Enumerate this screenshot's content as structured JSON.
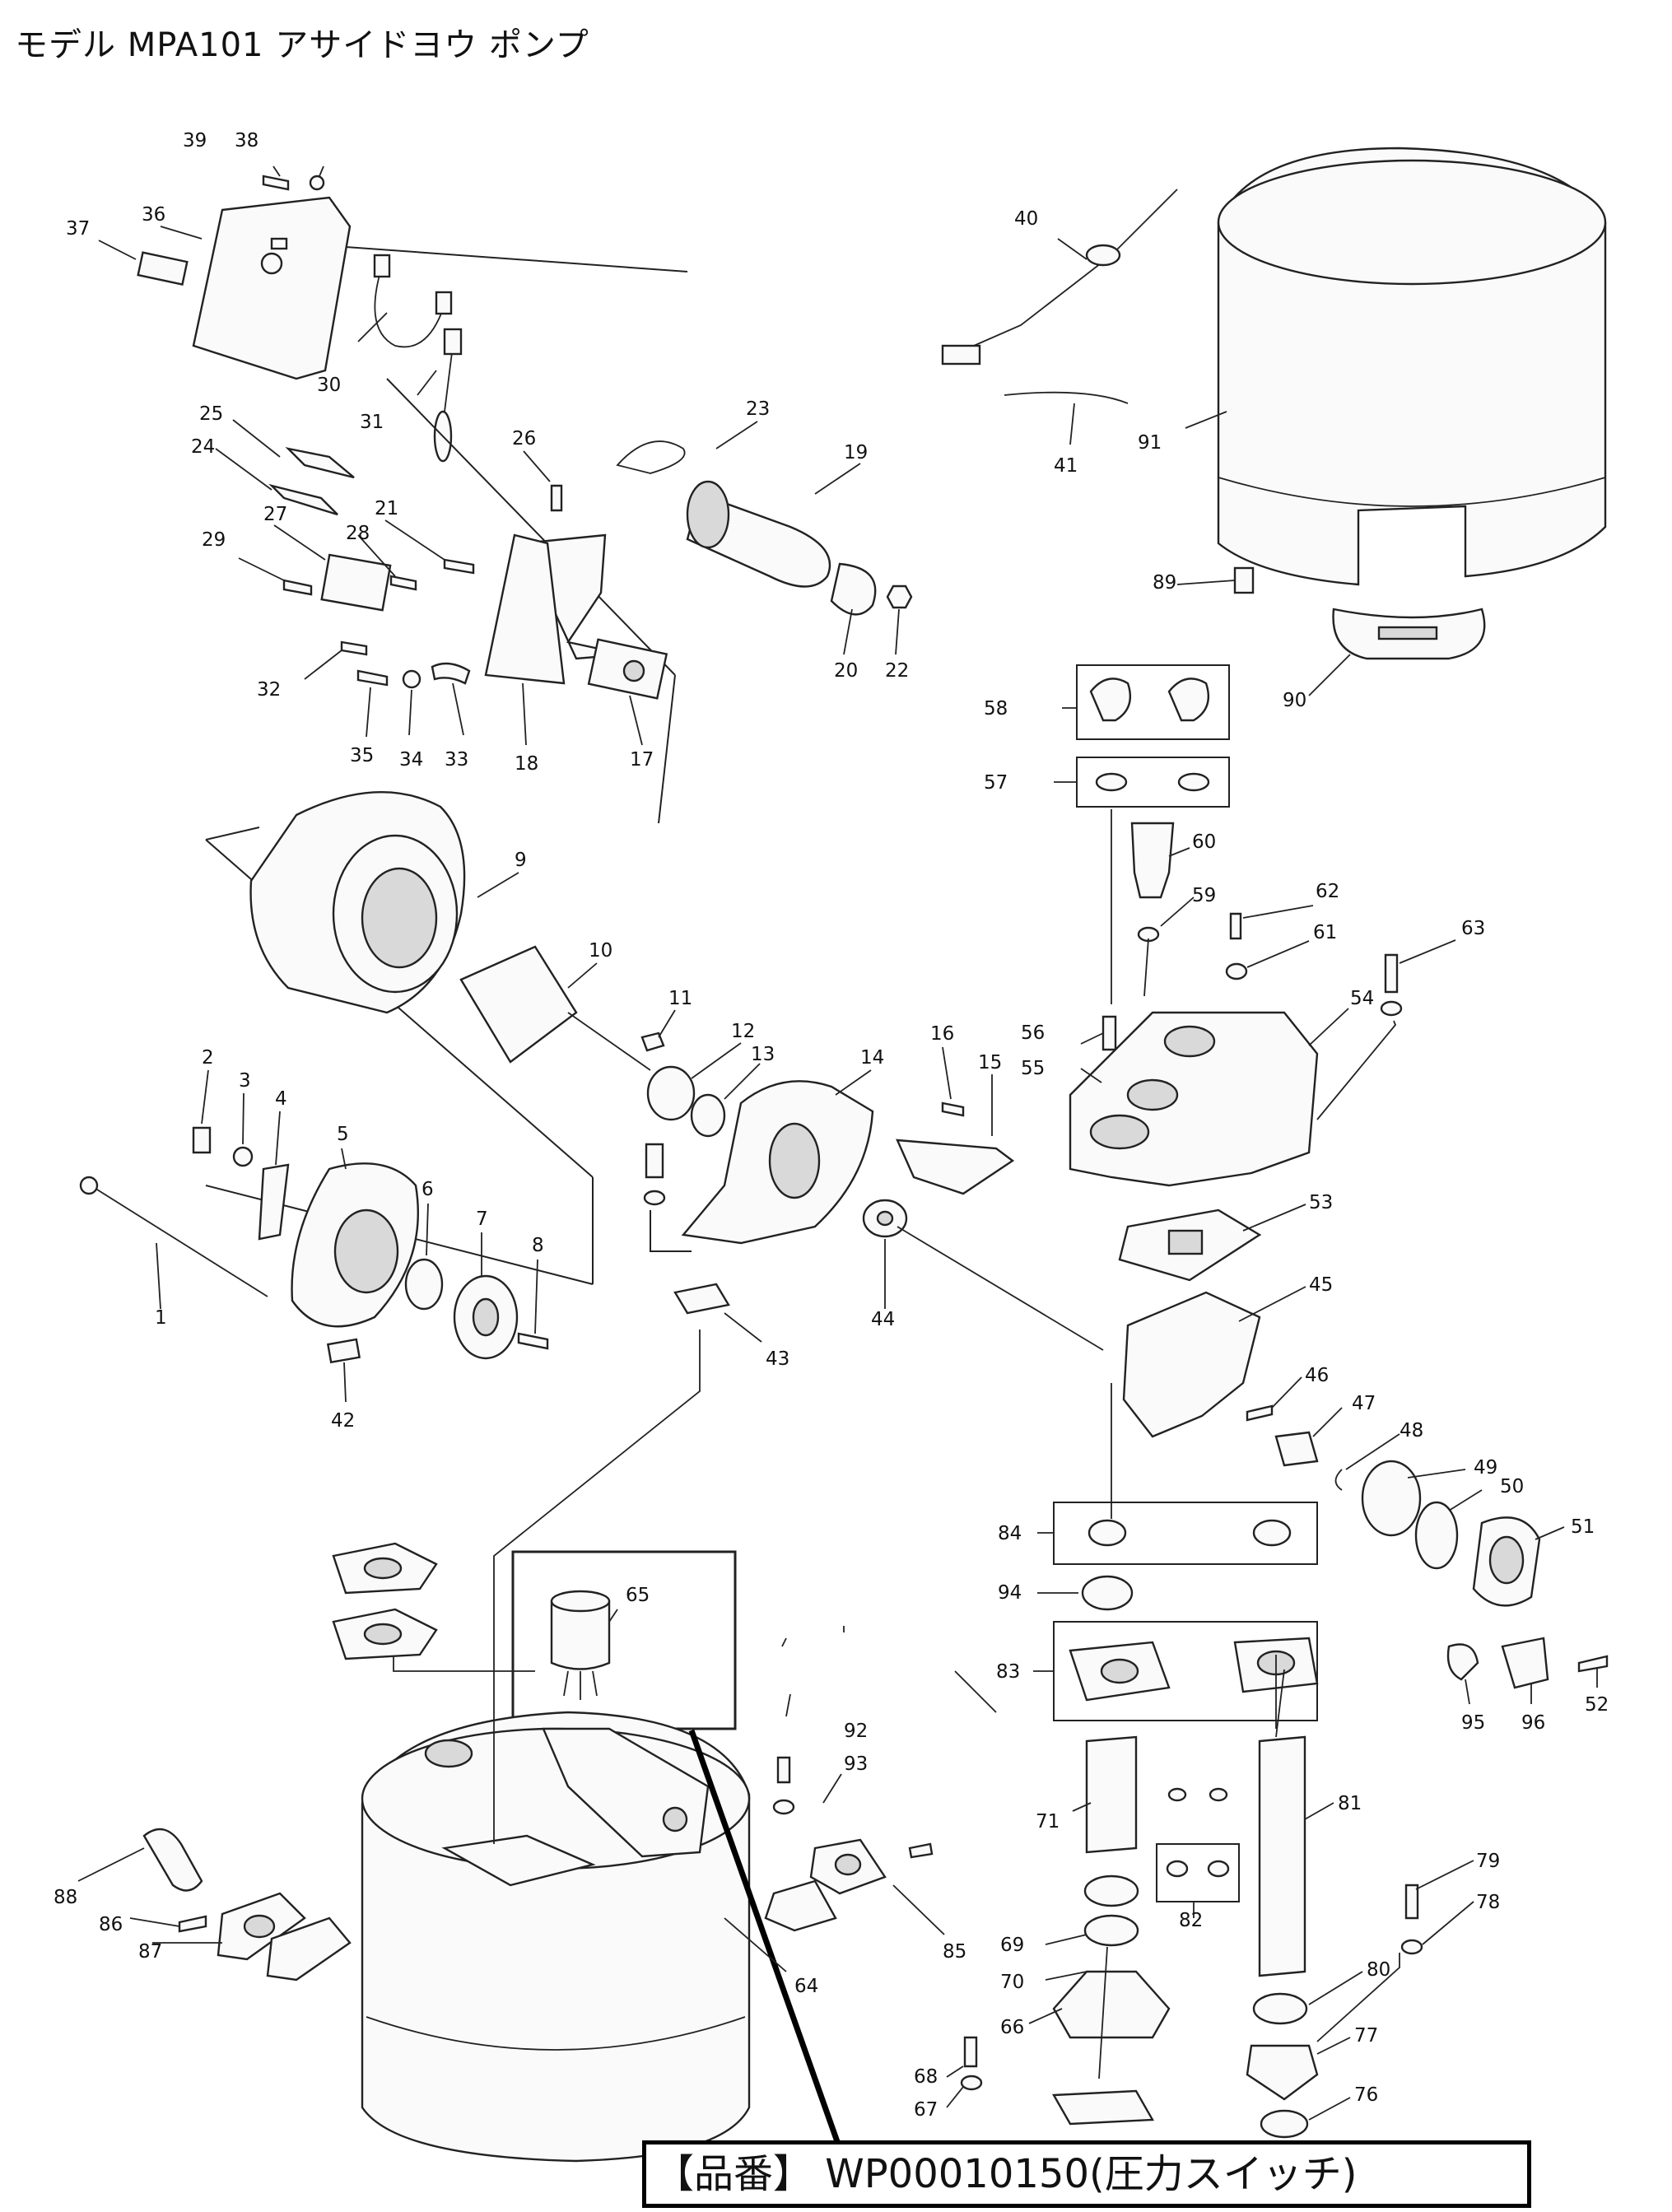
{
  "title": "モデル MPA101 アサイドヨウ ポンプ",
  "caption": "【品番】 WP00010150(圧力スイッチ)",
  "labels": {
    "p1": "1",
    "p2": "2",
    "p3": "3",
    "p4": "4",
    "p5": "5",
    "p6": "6",
    "p7": "7",
    "p8": "8",
    "p9": "9",
    "p10": "10",
    "p11": "11",
    "p12": "12",
    "p13": "13",
    "p14": "14",
    "p15": "15",
    "p16": "16",
    "p17": "17",
    "p18": "18",
    "p19": "19",
    "p20": "20",
    "p21": "21",
    "p22": "22",
    "p23": "23",
    "p24": "24",
    "p25": "25",
    "p26": "26",
    "p27": "27",
    "p28": "28",
    "p29": "29",
    "p30": "30",
    "p31": "31",
    "p32": "32",
    "p33": "33",
    "p34": "34",
    "p35": "35",
    "p36": "36",
    "p37": "37",
    "p38": "38",
    "p39": "39",
    "p40": "40",
    "p41": "41",
    "p42": "42",
    "p43": "43",
    "p44": "44",
    "p45": "45",
    "p46": "46",
    "p47": "47",
    "p48": "48",
    "p49": "49",
    "p50": "50",
    "p51": "51",
    "p52": "52",
    "p53": "53",
    "p54": "54",
    "p55": "55",
    "p56": "56",
    "p57": "57",
    "p58": "58",
    "p59": "59",
    "p60": "60",
    "p61": "61",
    "p62": "62",
    "p63": "63",
    "p64": "64",
    "p65": "65",
    "p66": "66",
    "p67": "67",
    "p68": "68",
    "p69": "69",
    "p70": "70",
    "p71": "71",
    "p76": "76",
    "p77": "77",
    "p78": "78",
    "p79": "79",
    "p80": "80",
    "p81": "81",
    "p82": "82",
    "p83": "83",
    "p84": "84",
    "p85": "85",
    "p86": "86",
    "p87": "87",
    "p88": "88",
    "p89": "89",
    "p90": "90",
    "p91": "91",
    "p92": "92",
    "p93": "93",
    "p94": "94",
    "p95": "95",
    "p96": "96"
  }
}
